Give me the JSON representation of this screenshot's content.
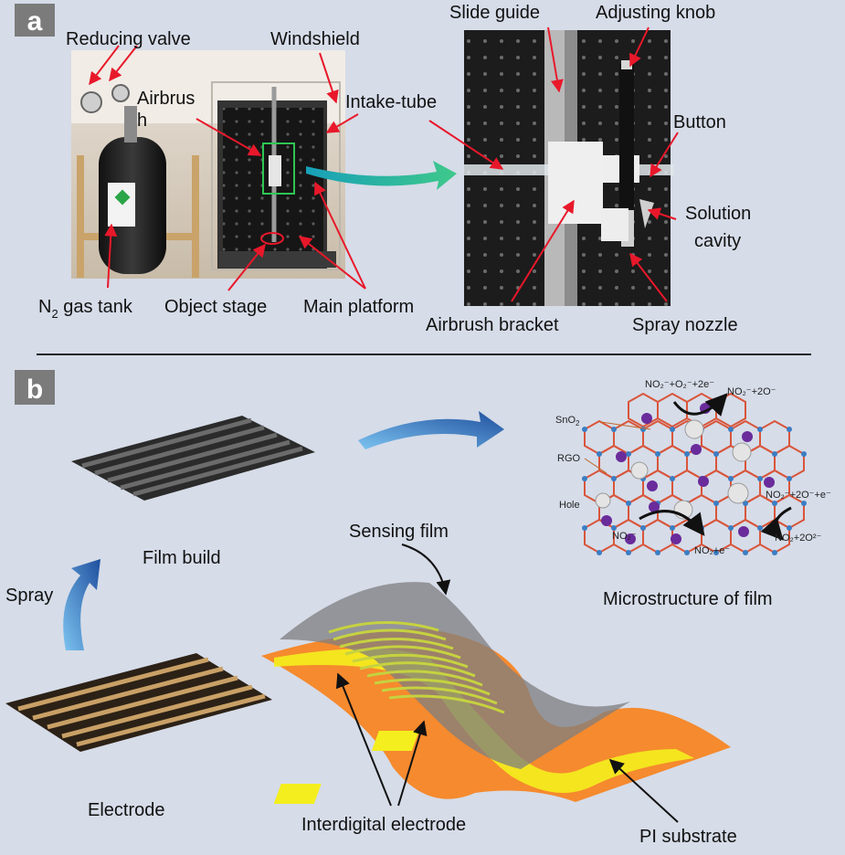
{
  "panel_a": {
    "letter": "a",
    "labels": {
      "reducing_valve": "Reducing valve",
      "windshield": "Windshield",
      "airbrush_line1": "Airbrus",
      "airbrush_line2": "h",
      "intake_tube": "Intake-tube",
      "n2_gas_tank_prefix": "N",
      "n2_gas_tank_sub": "2",
      "n2_gas_tank_suffix": " gas tank",
      "object_stage": "Object stage",
      "main_platform": "Main platform",
      "slide_guide": "Slide guide",
      "adjusting_knob": "Adjusting knob",
      "button": "Button",
      "solution_line1": "Solution",
      "solution_line2": "cavity",
      "airbrush_bracket": "Airbrush bracket",
      "spray_nozzle": "Spray nozzle"
    }
  },
  "panel_b": {
    "letter": "b",
    "labels": {
      "film_build": "Film build",
      "spray": "Spray",
      "electrode": "Electrode",
      "sensing_film": "Sensing film",
      "interdigital_electrode": "Interdigital electrode",
      "pi_substrate": "PI  substrate",
      "microstructure": "Microstructure of film"
    },
    "micro_labels": {
      "snO2": "SnO",
      "snO2_sub": "2",
      "rgo": "RGO",
      "hole": "Hole",
      "eq_top_left": "NO₂⁻+O₂⁻+2e⁻",
      "eq_top_right": "NO₂⁻+2O⁻",
      "eq_right_1": "NO₂⁻+2O⁻+e⁻",
      "eq_right_2": "NO₂+2O²⁻",
      "eq_left_1": "NO₂⁻",
      "eq_left_2": "NO₂+e⁻"
    }
  },
  "colors": {
    "background": "#d6dce8",
    "arrow_red": "#e8182a",
    "pi_orange": "#f58a2e",
    "electrode_yellow": "#f4ee1e",
    "film_gray": "#7d7d80",
    "hex_red": "#d9553a",
    "node_blue": "#3b7ec4",
    "purple": "#6a2b9b"
  }
}
